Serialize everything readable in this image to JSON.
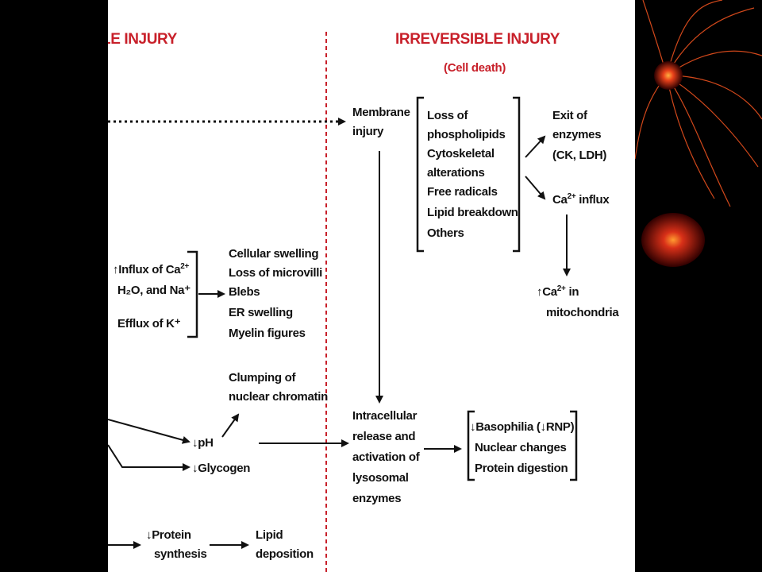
{
  "headings": {
    "left": "LE INJURY",
    "right": "IRREVERSIBLE INJURY",
    "right_sub": "(Cell death)"
  },
  "irreversible": {
    "membrane_injury": [
      "Membrane",
      "injury"
    ],
    "membrane_effects": [
      "Loss of",
      " phospholipids",
      "Cytoskeletal",
      " alterations",
      "Free radicals",
      "Lipid breakdown",
      "Others"
    ],
    "exit_enzymes": [
      "Exit of",
      "enzymes",
      "(CK, LDH)"
    ],
    "ca_influx": "Ca",
    "ca_influx_suffix": " influx",
    "ca_mito_1": "Ca",
    "ca_mito_1_suffix": " in",
    "ca_mito_2": "mitochondria",
    "lysosomal": [
      "Intracellular",
      "release and",
      "activation of",
      "lysosomal",
      "enzymes"
    ],
    "nuclear_effects": [
      "Basophilia (↓RNP)",
      "Nuclear changes",
      "Protein digestion"
    ]
  },
  "reversible": {
    "influx_1": "↑Influx of Ca",
    "influx_2": "H₂O, and Na⁺",
    "efflux": "Efflux of K⁺",
    "swelling": [
      "Cellular swelling",
      "Loss of microvilli",
      "Blebs",
      "ER swelling",
      "Myelin figures"
    ],
    "clumping": [
      "Clumping of",
      "nuclear chromatin"
    ],
    "ph": "↓pH",
    "glycogen": "↓Glycogen",
    "protein": [
      "↓Protein",
      "synthesis"
    ],
    "lipid": [
      "Lipid",
      "deposition"
    ]
  },
  "superscripts": {
    "ca2plus": "2+"
  },
  "colors": {
    "heading": "#c8202a",
    "divider": "#c8202a"
  }
}
